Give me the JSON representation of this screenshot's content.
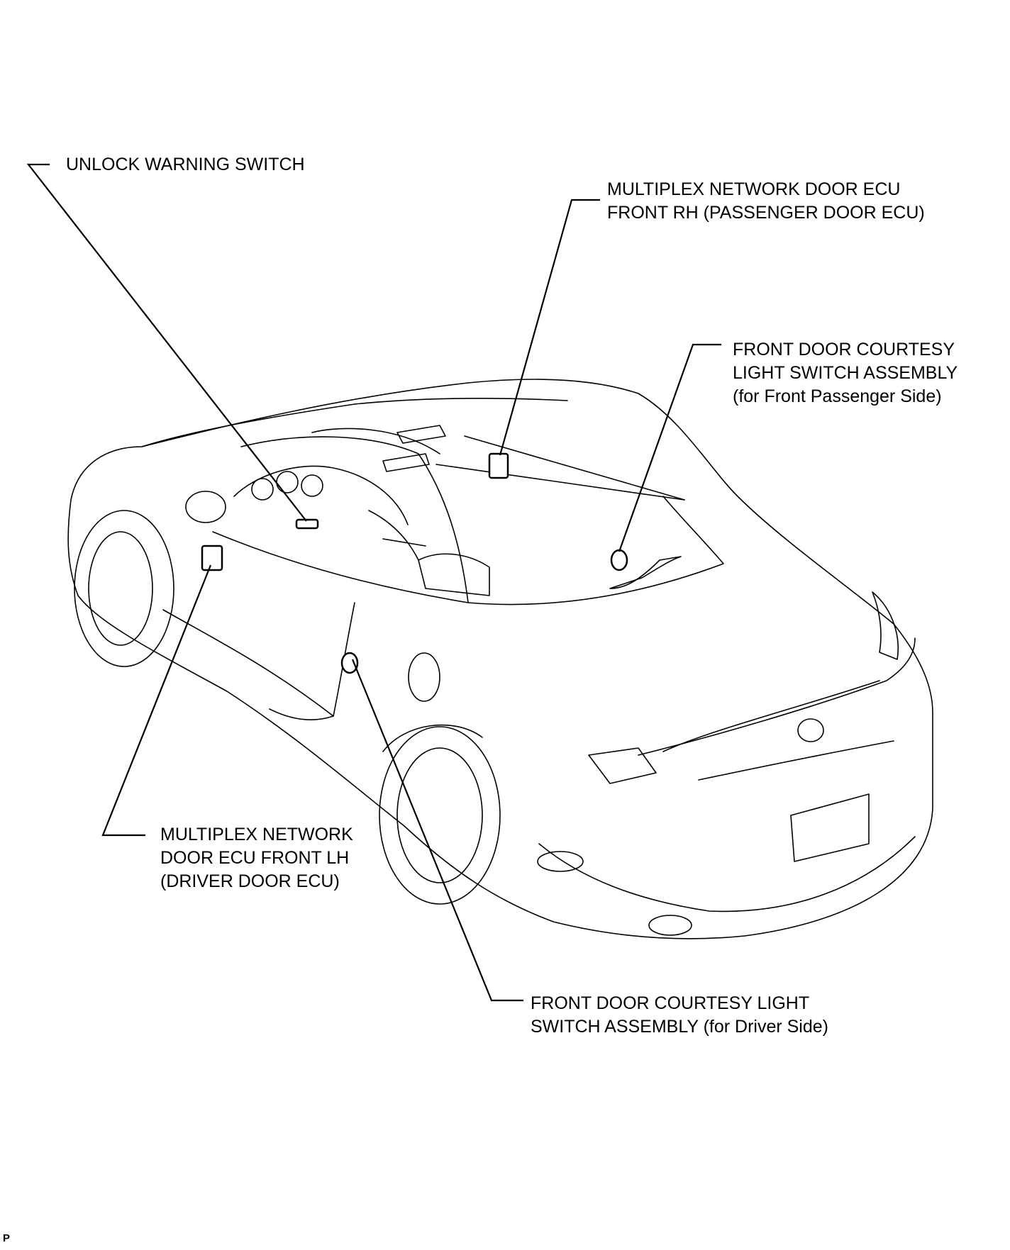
{
  "labels": {
    "unlock_warning_switch": "UNLOCK WARNING SWITCH",
    "passenger_ecu": [
      "MULTIPLEX NETWORK DOOR ECU",
      "FRONT RH (PASSENGER DOOR ECU)"
    ],
    "passenger_courtesy_switch": [
      "FRONT DOOR COURTESY",
      "LIGHT SWITCH ASSEMBLY",
      "(for Front Passenger Side)"
    ],
    "driver_ecu": [
      "MULTIPLEX NETWORK",
      "DOOR ECU FRONT LH",
      "(DRIVER DOOR ECU)"
    ],
    "driver_courtesy_switch": [
      "FRONT DOOR COURTESY LIGHT",
      "SWITCH ASSEMBLY (for Driver Side)"
    ]
  },
  "corner_mark": "P",
  "colors": {
    "ink": "#000000",
    "background": "#ffffff"
  }
}
